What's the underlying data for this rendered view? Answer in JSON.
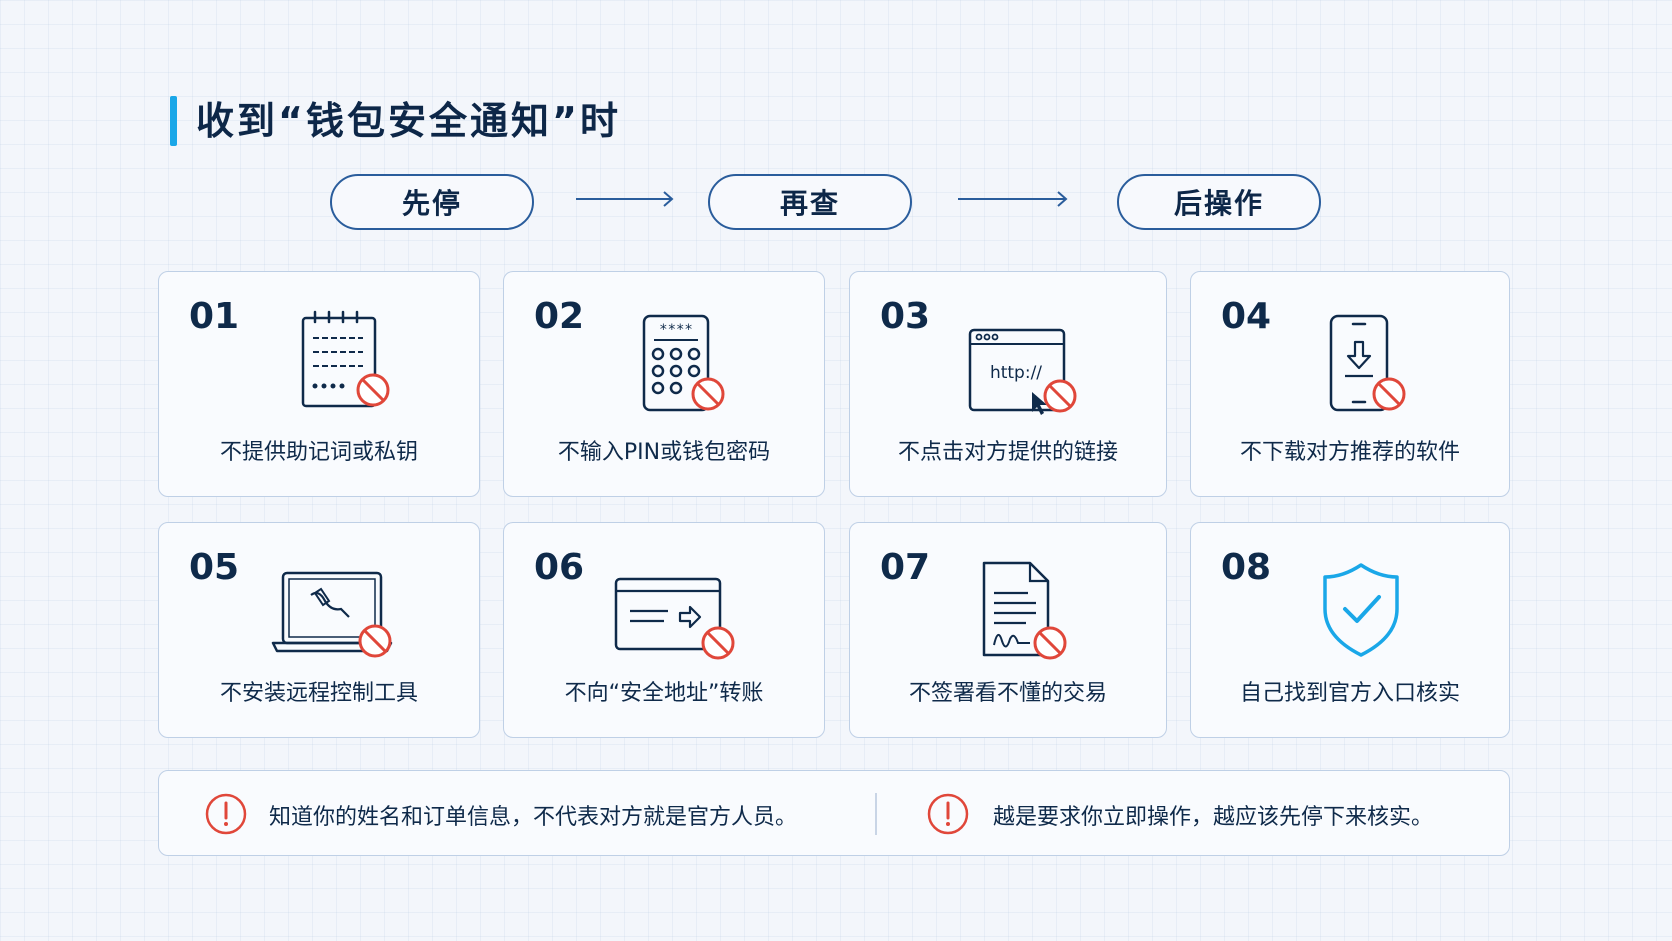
{
  "title": "收到“钱包安全通知”时",
  "steps": [
    "先停",
    "再查",
    "后操作"
  ],
  "cards": [
    {
      "num": "01",
      "label": "不提供助记词或私钥",
      "icon": "notepad-icon"
    },
    {
      "num": "02",
      "label": "不输入PIN或钱包密码",
      "icon": "keypad-icon"
    },
    {
      "num": "03",
      "label": "不点击对方提供的链接",
      "icon": "browser-link-icon",
      "icon_text": "http://"
    },
    {
      "num": "04",
      "label": "不下载对方推荐的软件",
      "icon": "phone-download-icon"
    },
    {
      "num": "05",
      "label": "不安装远程控制工具",
      "icon": "laptop-remote-icon"
    },
    {
      "num": "06",
      "label": "不向“安全地址”转账",
      "icon": "card-transfer-icon"
    },
    {
      "num": "07",
      "label": "不签署看不懂的交易",
      "icon": "document-sign-icon"
    },
    {
      "num": "08",
      "label": "自己找到官方入口核实",
      "icon": "shield-check-icon"
    }
  ],
  "warnings": [
    "知道你的姓名和订单信息，不代表对方就是官方人员。",
    "越是要求你立即操作，越应该先停下来核实。"
  ],
  "colors": {
    "accent": "#1aa7e8",
    "navy": "#0f2a4a",
    "prohibit": "#e0473a",
    "warning": "#e0473a"
  }
}
